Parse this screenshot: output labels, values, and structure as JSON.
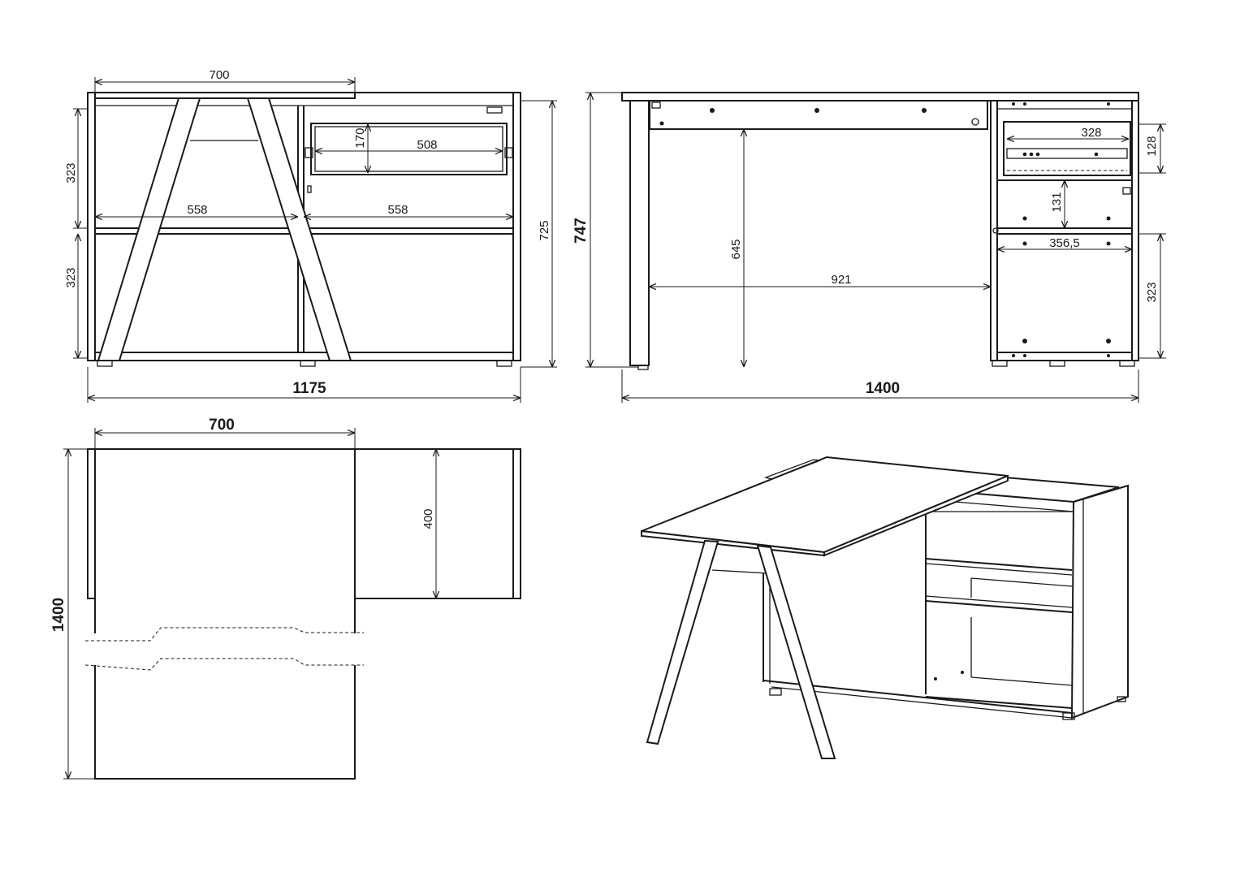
{
  "front_view": {
    "top_width": "700",
    "height_upper": "323",
    "height_lower": "323",
    "total_height": "725",
    "drawer_height": "170",
    "drawer_width": "508",
    "shelf_left": "558",
    "shelf_right": "558",
    "total_width": "1175"
  },
  "side_view": {
    "total_height": "747",
    "leg_clearance": "645",
    "knee_width": "921",
    "drawer_inner": "328",
    "drawer_height": "128",
    "gap_height": "131",
    "shelf_depth": "356,5",
    "lower_height": "323",
    "total_width": "1400"
  },
  "top_view": {
    "top_width": "700",
    "cabinet_depth": "400",
    "total_length": "1400"
  }
}
